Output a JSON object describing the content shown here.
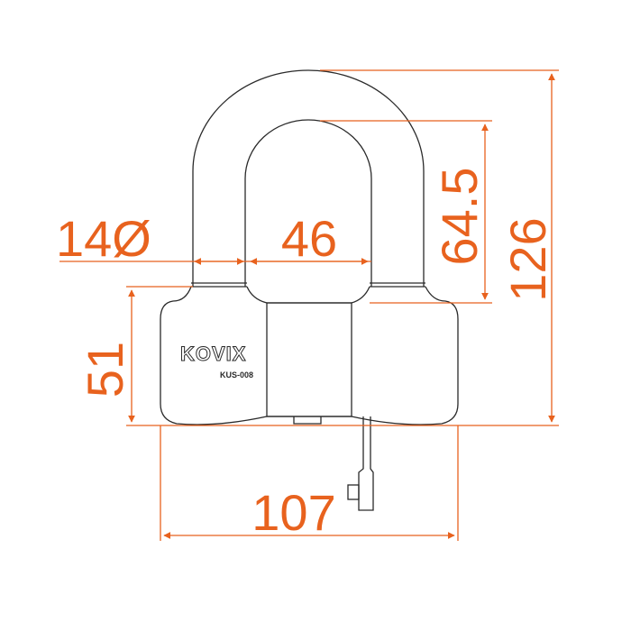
{
  "colors": {
    "dimension": "#e8621e",
    "outline": "#2a2a2a",
    "background": "#ffffff"
  },
  "brand": {
    "logo_text": "KOVIX",
    "model": "KUS-008"
  },
  "dimensions": {
    "shackle_diameter": "14Ø",
    "inner_width": "46",
    "inner_height": "64.5",
    "total_height": "126",
    "body_height": "51",
    "body_width": "107"
  }
}
